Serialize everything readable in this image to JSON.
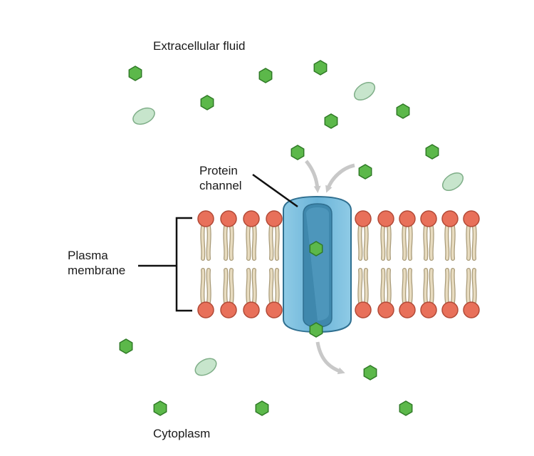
{
  "labels": {
    "extracellular": "Extracellular fluid",
    "cytoplasm": "Cytoplasm",
    "protein_line1": "Protein",
    "protein_line2": "channel",
    "membrane_line1": "Plasma",
    "membrane_line2": "membrane"
  },
  "colors": {
    "hexagon_fill": "#5cb84a",
    "hexagon_stroke": "#2f7a26",
    "oval_fill": "#c7e5cc",
    "oval_stroke": "#7fae88",
    "phospholipid_head": "#e8705a",
    "phospholipid_head_stroke": "#b24a37",
    "lipid_tail": "#e8dcc0",
    "lipid_tail_stroke": "#a89a78",
    "channel_fill": "#7cc0e0",
    "channel_dark": "#3f88ad",
    "channel_stroke": "#2f6f90",
    "arrow": "#c8c8c8",
    "bracket": "#111111"
  }
}
